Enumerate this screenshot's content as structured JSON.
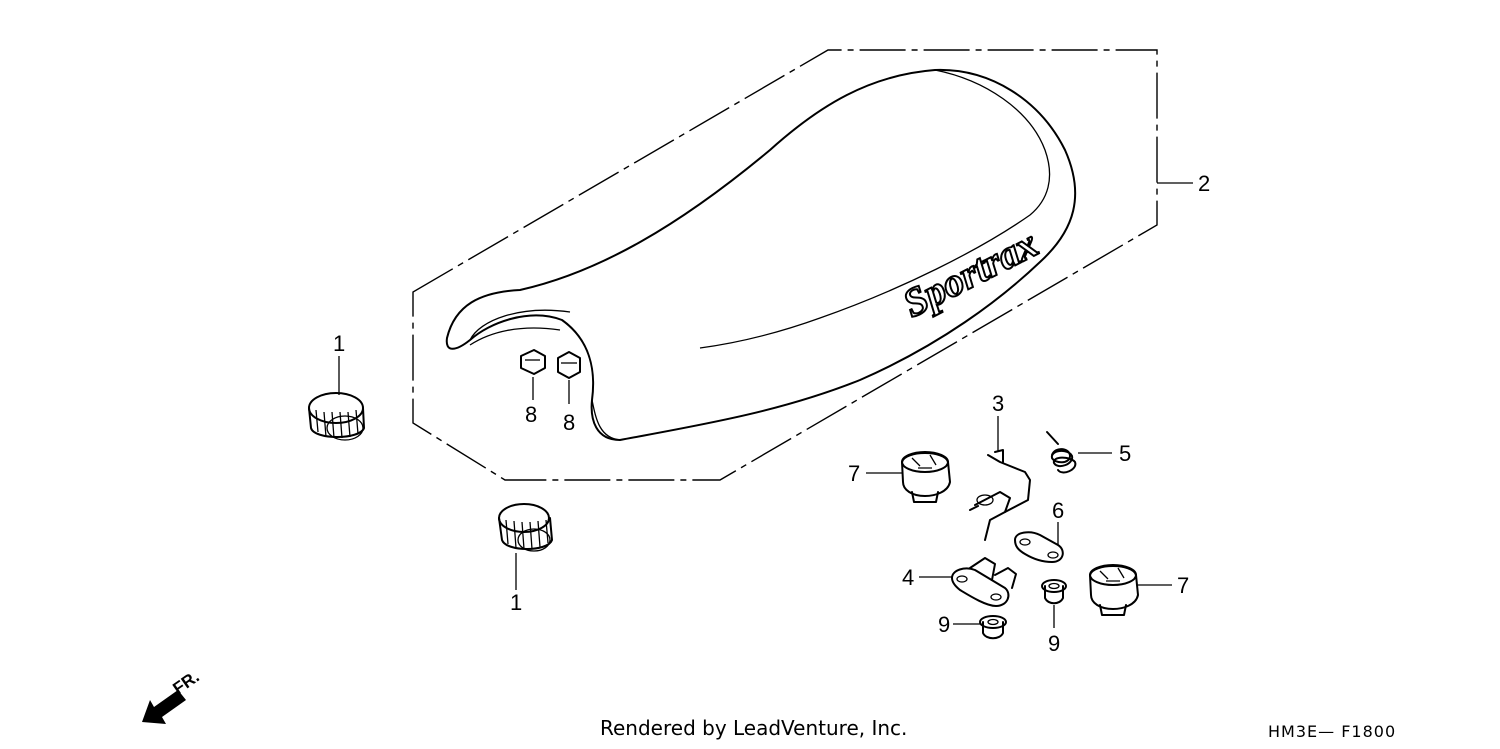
{
  "diagram": {
    "brand_text": "Sportrax",
    "front_arrow_label": "FR.",
    "footer_text": "Rendered by LeadVenture, Inc.",
    "diagram_code": "HM3E— F1800",
    "callouts": [
      {
        "id": "c1a",
        "label": "1"
      },
      {
        "id": "c1b",
        "label": "1"
      },
      {
        "id": "c2",
        "label": "2"
      },
      {
        "id": "c3",
        "label": "3"
      },
      {
        "id": "c4",
        "label": "4"
      },
      {
        "id": "c5",
        "label": "5"
      },
      {
        "id": "c6",
        "label": "6"
      },
      {
        "id": "c7a",
        "label": "7"
      },
      {
        "id": "c7b",
        "label": "7"
      },
      {
        "id": "c8a",
        "label": "8"
      },
      {
        "id": "c8b",
        "label": "8"
      },
      {
        "id": "c9a",
        "label": "9"
      },
      {
        "id": "c9b",
        "label": "9"
      }
    ]
  }
}
